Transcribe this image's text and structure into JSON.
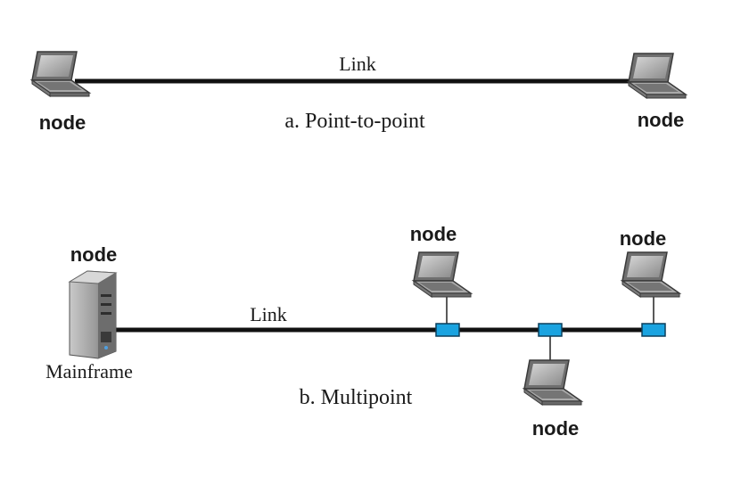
{
  "point_to_point": {
    "node_left": "node",
    "node_right": "node",
    "link_label": "Link",
    "caption": "a. Point-to-point"
  },
  "multipoint": {
    "mainframe_node_label": "node",
    "mainframe_label": "Mainframe",
    "link_label": "Link",
    "caption": "b. Multipoint",
    "node_top_1": "node",
    "node_top_2": "node",
    "node_bottom": "node"
  },
  "colors": {
    "line": "#111111",
    "tap": "#1aa3e0",
    "laptop_body": "#8f8f8f",
    "laptop_screen": "#bfbfbf"
  },
  "icons": {
    "laptop": "laptop-icon",
    "mainframe": "server-icon"
  }
}
